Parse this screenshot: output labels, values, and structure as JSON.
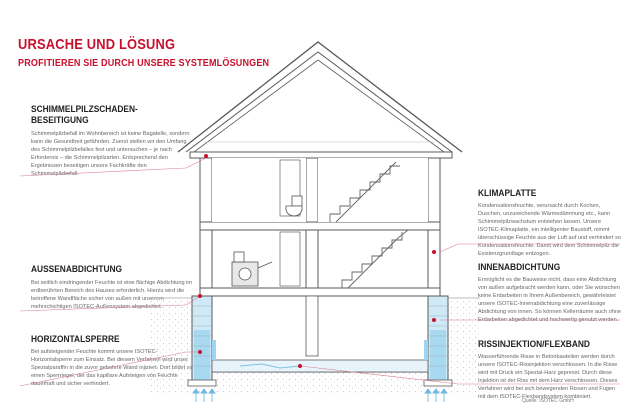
{
  "title": "URSACHE UND LÖSUNG",
  "subtitle": "PROFITIEREN SIE DURCH UNSERE SYSTEMLÖSUNGEN",
  "sections": {
    "schimmel": {
      "heading_line1": "SCHIMMELPILZSCHADEN-",
      "heading_line2": "BESEITIGUNG",
      "body": "Schimmelpilzbefall im Wohnbereich ist keine Bagatelle, sondern kann die Gesundheit gefährden. Zuerst stellen wir den Umfang des Schimmelpilzbefalles fest und untersuchen – je nach Erfordernis – die Schimmelpilzarten. Entsprechend den Ergebnissen beseitigen unsere Fachkräfte den Schimmelpilzbefall."
    },
    "aussen": {
      "heading": "AUSSENABDICHTUNG",
      "body": "Bei seitlich eindringender Feuchte ist eine flächige Abdichtung im erdberührten Bereich des Hauses erforderlich. Hierzu wird die betroffene Wandfläche sicher von außen mit unserem mehrschichtigen ISOTEC-Außensystem abgedichtet."
    },
    "horizontal": {
      "heading": "HORIZONTALSPERRE",
      "body": "Bei aufsteigender Feuchte kommt unsere ISOTEC-Horizontalsperre zum Einsatz. Bei diesem Verfahren wird unser Spezialparaffin in die zuvor gebohrte Wand injiziert. Dort bildet es einen Sperrriegel, der das kapillare Aufsteigen von Feuchte dauerhaft und sicher verhindert."
    },
    "klima": {
      "heading": "KLIMAPLATTE",
      "body": "Kondensationsfeuchte, verursacht durch Kochen, Duschen, unzureichende Wärmedämmung etc., kann Schimmelpilzwachstum entstehen lassen. Unsere ISOTEC-Klimaplatte, ein intelligenter Baustoff, nimmt überschüssige Feuchte aus der Luft auf und verhindert so Kondensationsfeuchte. Damit wird dem Schimmelpilz die Existenzgrundlage entzogen."
    },
    "innen": {
      "heading": "INNENABDICHTUNG",
      "body": "Ermöglicht es die Bauweise nicht, dass eine Abdichtung von außen aufgebracht werden kann, oder Sie wünschen keine Erdarbeiten in Ihrem Außenbereich, gewährleistet unsere ISOTEC-Innenabdichtung eine zuverlässige Abdichtung von innen. So können Kellerräume auch ohne Erdarbeiten abgedichtet und hochwertig genutzt werden."
    },
    "riss": {
      "heading": "RISSINJEKTION/FLEXBAND",
      "body": "Wasserführende Risse in Betonbauteilen werden durch unsere ISOTEC-Rissinjektion verschlossen. In die Risse wird mit Druck ein Spezial-Harz gepresst. Durch diese Injektion ist der Riss mit dem Harz verschlossen. Dieses Verfahren wird bei sich bewegenden Rissen und Fugen mit dem ISOTEC-Flexbandsystem kombiniert."
    }
  },
  "source": "Quelle: ISOTEC GmbH",
  "colors": {
    "accent": "#c8102e",
    "water": "#9fd3ef",
    "line": "#5a5a5a"
  }
}
